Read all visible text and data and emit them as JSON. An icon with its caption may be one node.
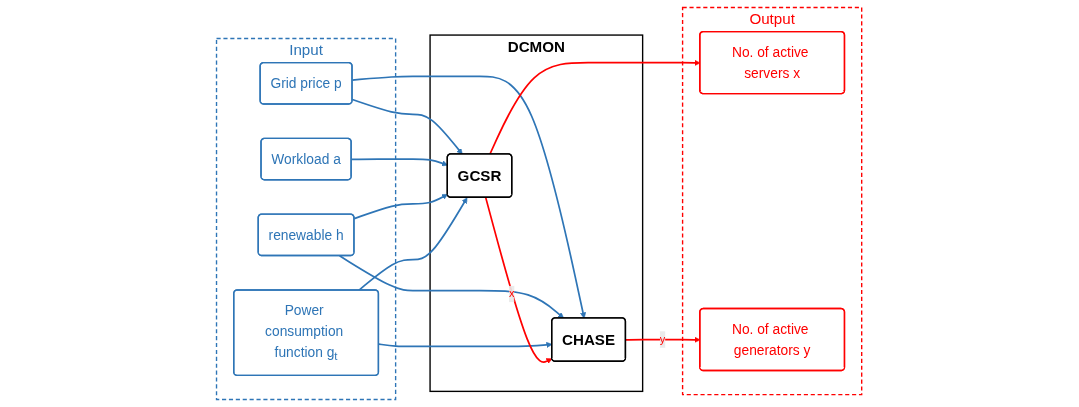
{
  "diagram": {
    "nodes": [
      {
        "text": [
          "Input"
        ]
      },
      {
        "text": [
          "Grid price p"
        ],
        "in": 0
      },
      {
        "text": [
          "Workload a"
        ],
        "in": 0
      },
      {
        "text": [
          "renewable h"
        ],
        "in": 0
      },
      {
        "text": [
          "Power consumption function g$_{t}$"
        ],
        "in": 0
      },
      {
        "text": [
          "DCMON"
        ]
      },
      {
        "text": [
          "GCSR"
        ],
        "in": 5
      },
      {
        "text": [
          "CHASE"
        ],
        "in": 5
      },
      {
        "text": [
          "Output"
        ]
      },
      {
        "text": [
          "No. of active servers x"
        ],
        "in": 8
      },
      {
        "text": [
          "No. of active generators y"
        ],
        "in": 8
      }
    ],
    "edges": [
      {
        "from": 1,
        "to": 6,
        "arrow": "to"
      },
      {
        "from": 1,
        "to": 7,
        "arrow": "to"
      },
      {
        "from": 2,
        "to": 6,
        "arrow": "to"
      },
      {
        "from": 3,
        "to": 6,
        "arrow": "to"
      },
      {
        "from": 3,
        "to": 7,
        "arrow": "to"
      },
      {
        "from": 4,
        "to": 6,
        "arrow": "to"
      },
      {
        "from": 4,
        "to": 7,
        "arrow": "to"
      },
      {
        "from": 6,
        "to": 7,
        "label": "x",
        "arrow": "to",
        "color": "#ff0000"
      },
      {
        "from": 6,
        "to": 9,
        "arrow": "to",
        "color": "#ff0000"
      },
      {
        "from": 7,
        "to": 10,
        "label": "y",
        "arrow": "to",
        "color": "#ff0000"
      }
    ]
  }
}
